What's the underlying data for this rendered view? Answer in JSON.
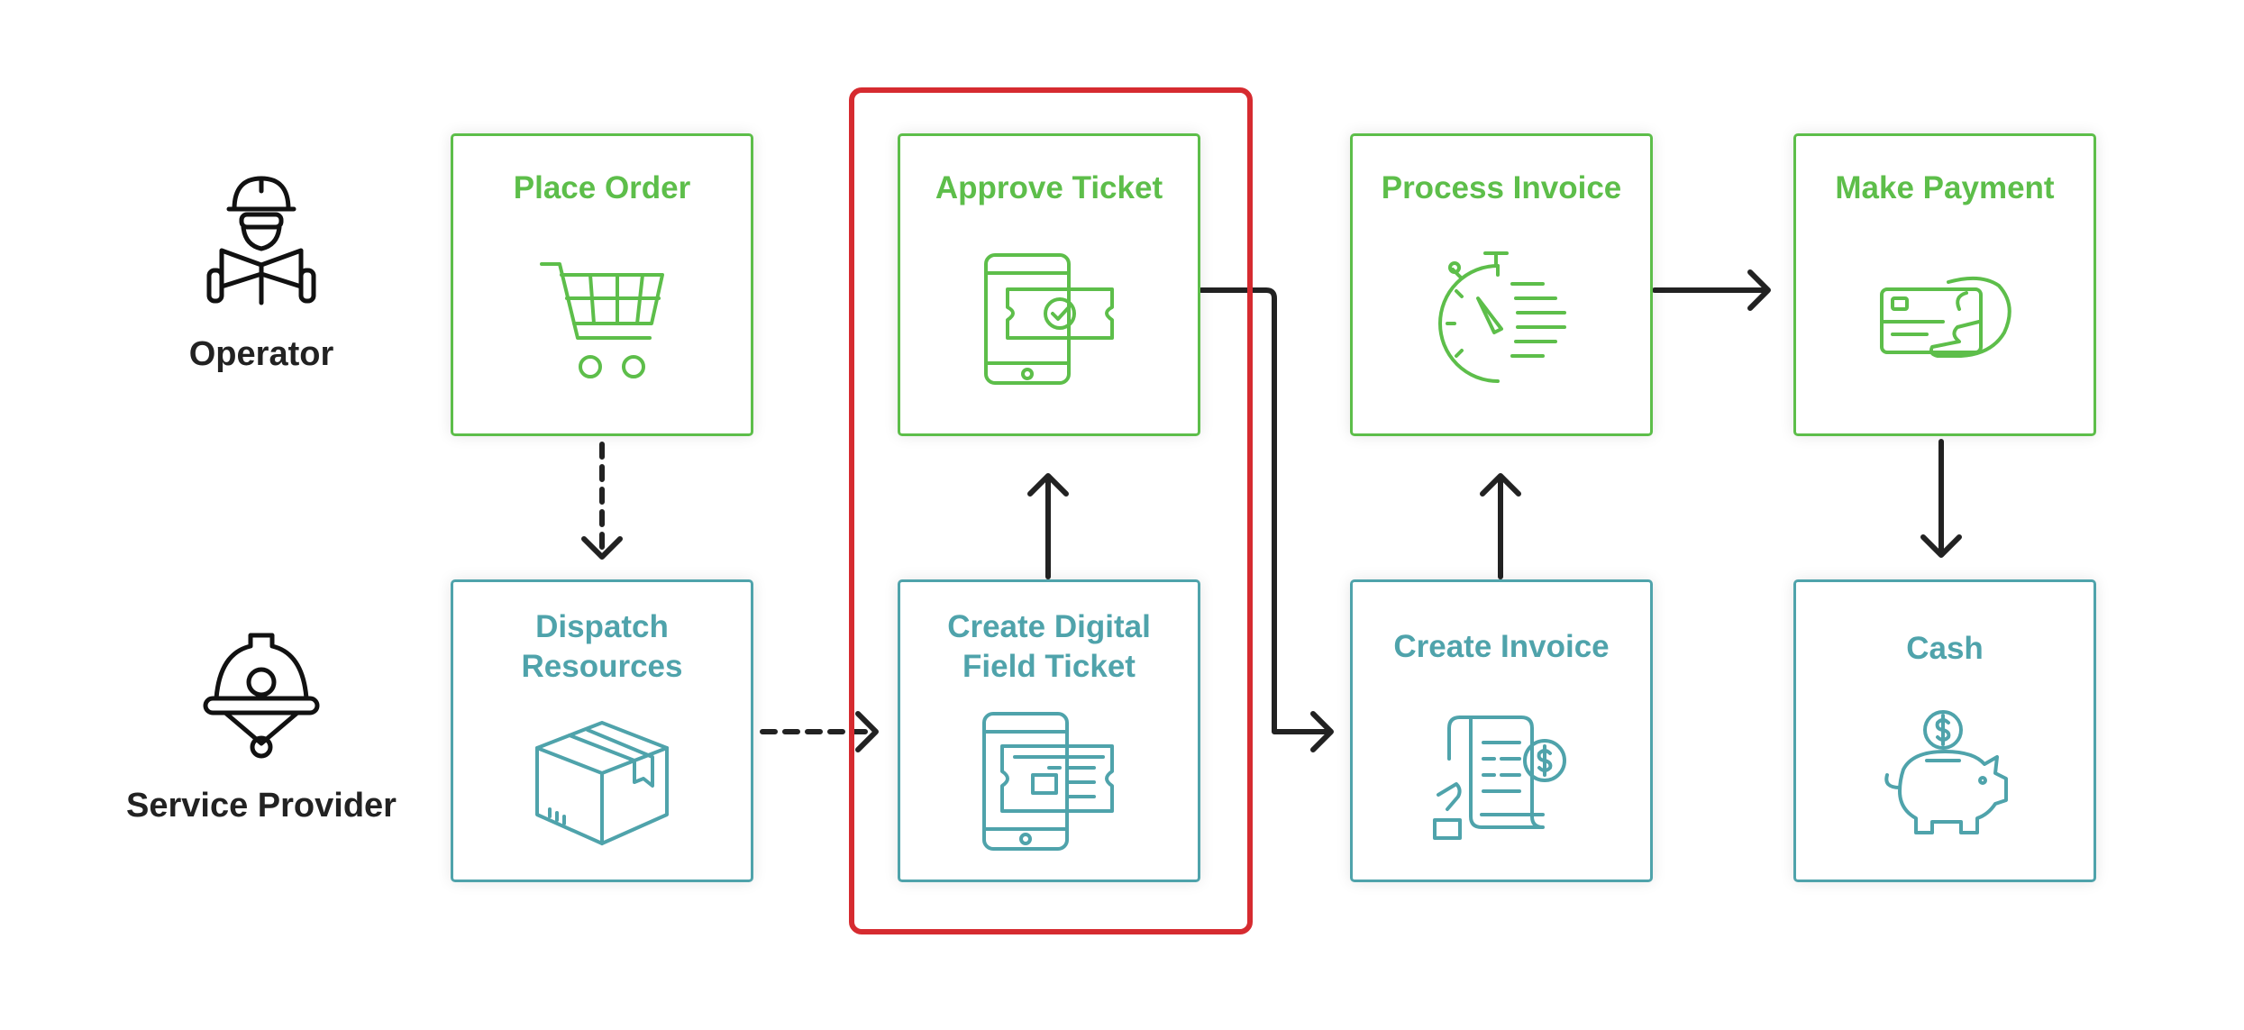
{
  "roles": {
    "operator": "Operator",
    "service_provider": "Service Provider"
  },
  "steps": {
    "place_order": "Place Order",
    "approve_ticket": "Approve Ticket",
    "process_invoice": "Process Invoice",
    "make_payment": "Make Payment",
    "dispatch_resources": "Dispatch Resources",
    "create_digital_field_ticket": "Create Digital Field Ticket",
    "create_invoice": "Create Invoice",
    "cash": "Cash"
  },
  "colors": {
    "operator_green": "#5dbe4a",
    "provider_teal": "#4fa3ab",
    "highlight_red": "#d62b30",
    "arrow": "#222222"
  },
  "icons": {
    "operator": "engineer-hardhat-icon",
    "service_provider": "helmet-headlamp-icon",
    "place_order": "shopping-cart-icon",
    "approve_ticket": "phone-ticket-check-icon",
    "process_invoice": "stopwatch-icon",
    "make_payment": "hand-card-icon",
    "dispatch_resources": "box-package-icon",
    "create_digital_field_ticket": "phone-ticket-icon",
    "create_invoice": "receipt-dollar-icon",
    "cash": "piggy-bank-icon"
  }
}
